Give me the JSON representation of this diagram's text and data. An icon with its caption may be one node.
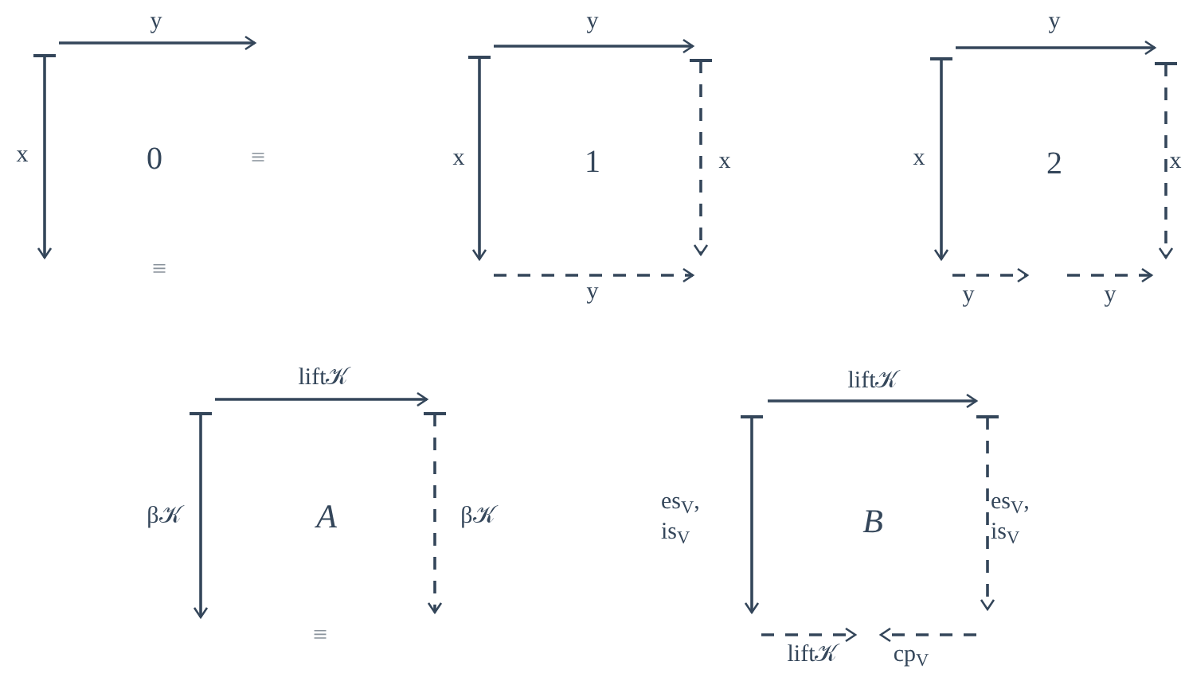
{
  "diagram": {
    "labels": [
      "y",
      "x",
      "0",
      "≡",
      "≡",
      "y",
      "x",
      "1",
      "x",
      "y",
      "y",
      "x",
      "2",
      "x",
      "y",
      "y",
      "lift𝒦",
      "β𝒦",
      "A",
      "β𝒦",
      "≡",
      "lift𝒦",
      "es$_{V}$, is$_{V}$",
      "B",
      "es$_{V}$, is$_{V}$",
      "lift𝒦",
      "cp$_{V}$"
    ]
  }
}
